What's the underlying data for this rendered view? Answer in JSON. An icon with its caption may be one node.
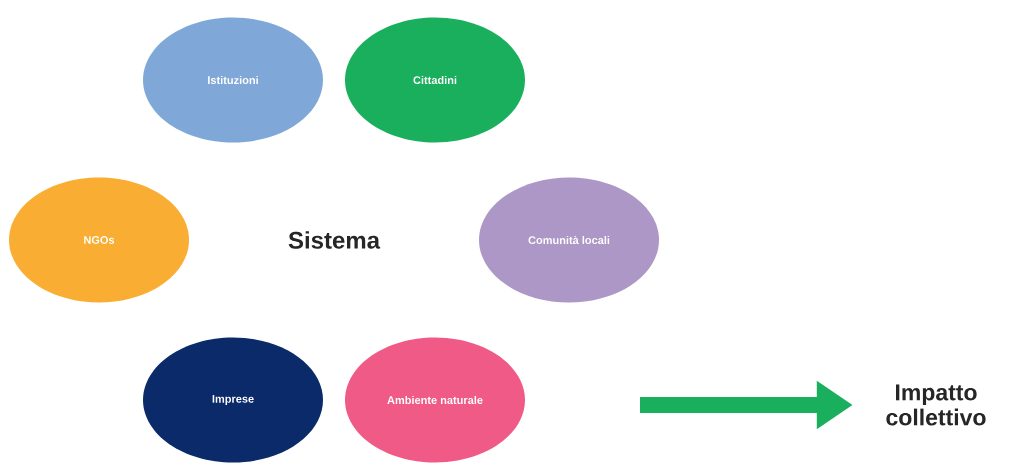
{
  "diagram": {
    "nodes": [
      {
        "text": [
          "Istituzioni"
        ]
      },
      {
        "text": [
          "Cittadini"
        ]
      },
      {
        "text": [
          "NGOs"
        ]
      },
      {
        "text": [
          "Comunità locali"
        ]
      },
      {
        "text": [
          "Imprese"
        ]
      },
      {
        "text": [
          "Ambiente naturale"
        ]
      },
      {
        "text": [
          "Impatto collettivo"
        ]
      }
    ],
    "edges": [
      {
        "from": null,
        "to": 6,
        "arrow": "to"
      }
    ],
    "labels": [
      "Sistema"
    ]
  }
}
